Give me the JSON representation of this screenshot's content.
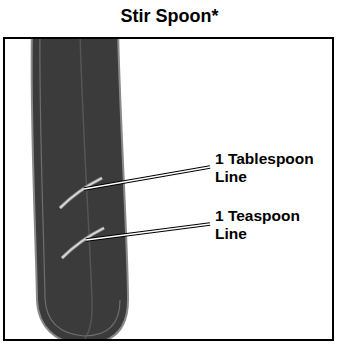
{
  "diagram": {
    "title": "Stir Spoon*",
    "labels": [
      "1 Tablespoon Line",
      "1 Teaspoon Line"
    ]
  }
}
